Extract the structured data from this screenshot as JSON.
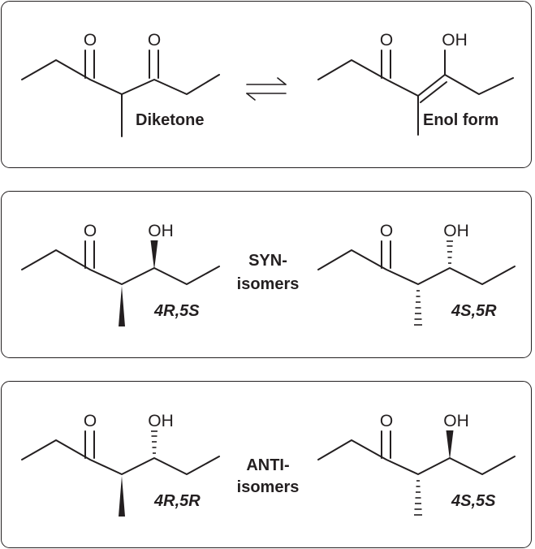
{
  "atoms": {
    "oxygen": "O",
    "hydroxyl": "OH"
  },
  "panels": [
    {
      "labels": {
        "left": "Diketone",
        "right": "Enol form"
      }
    },
    {
      "group_label": [
        "SYN-",
        "isomers"
      ],
      "left_config": "4R,5S",
      "right_config": "4S,5R"
    },
    {
      "group_label": [
        "ANTI-",
        "isomers"
      ],
      "left_config": "4R,5R",
      "right_config": "4S,5S"
    }
  ]
}
